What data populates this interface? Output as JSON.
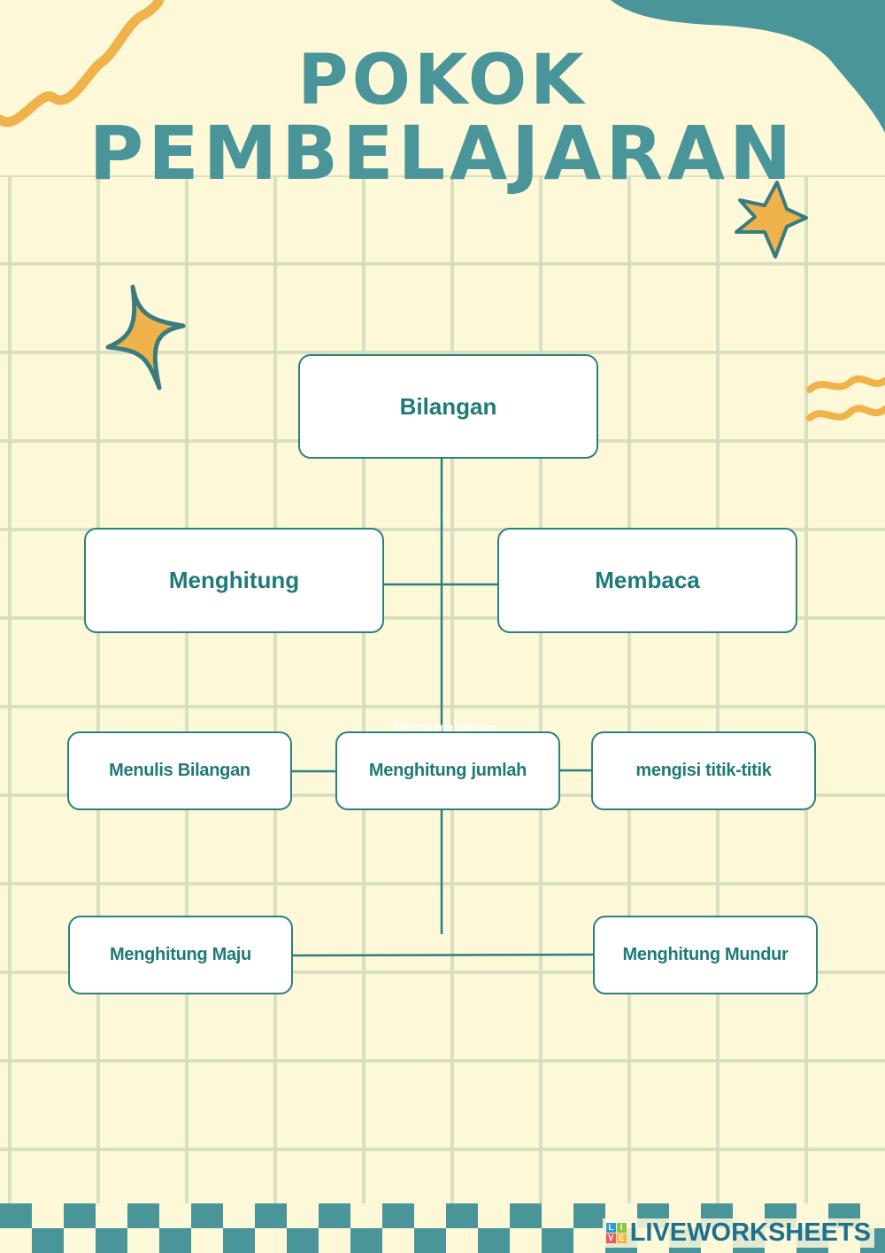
{
  "title": {
    "line1": "POKOK",
    "line2": "PEMBELAJARAN"
  },
  "diagram": {
    "root": "Bilangan",
    "level1": [
      "Menghitung",
      "Membaca"
    ],
    "level2": [
      "Menulis Bilangan",
      "Menghitung jumlah",
      "mengisi titik-titik"
    ],
    "level3": [
      "Menghitung Maju",
      "Menghitung Mundur"
    ],
    "faint_label": "Penjumlahan"
  },
  "brand": {
    "name": "LIVEWORKSHEETS",
    "logo_letters": [
      "L",
      "I",
      "V",
      "E"
    ]
  },
  "colors": {
    "background": "#fdf9d8",
    "teal": "#4a9599",
    "box_border": "#2b8080",
    "box_text": "#1f7a7a",
    "accent_orange": "#f0b24a"
  },
  "icons": [
    "squiggle-decoration",
    "blob-decoration",
    "star-icon",
    "sparkle-icon",
    "wave-decoration",
    "checker-border"
  ]
}
